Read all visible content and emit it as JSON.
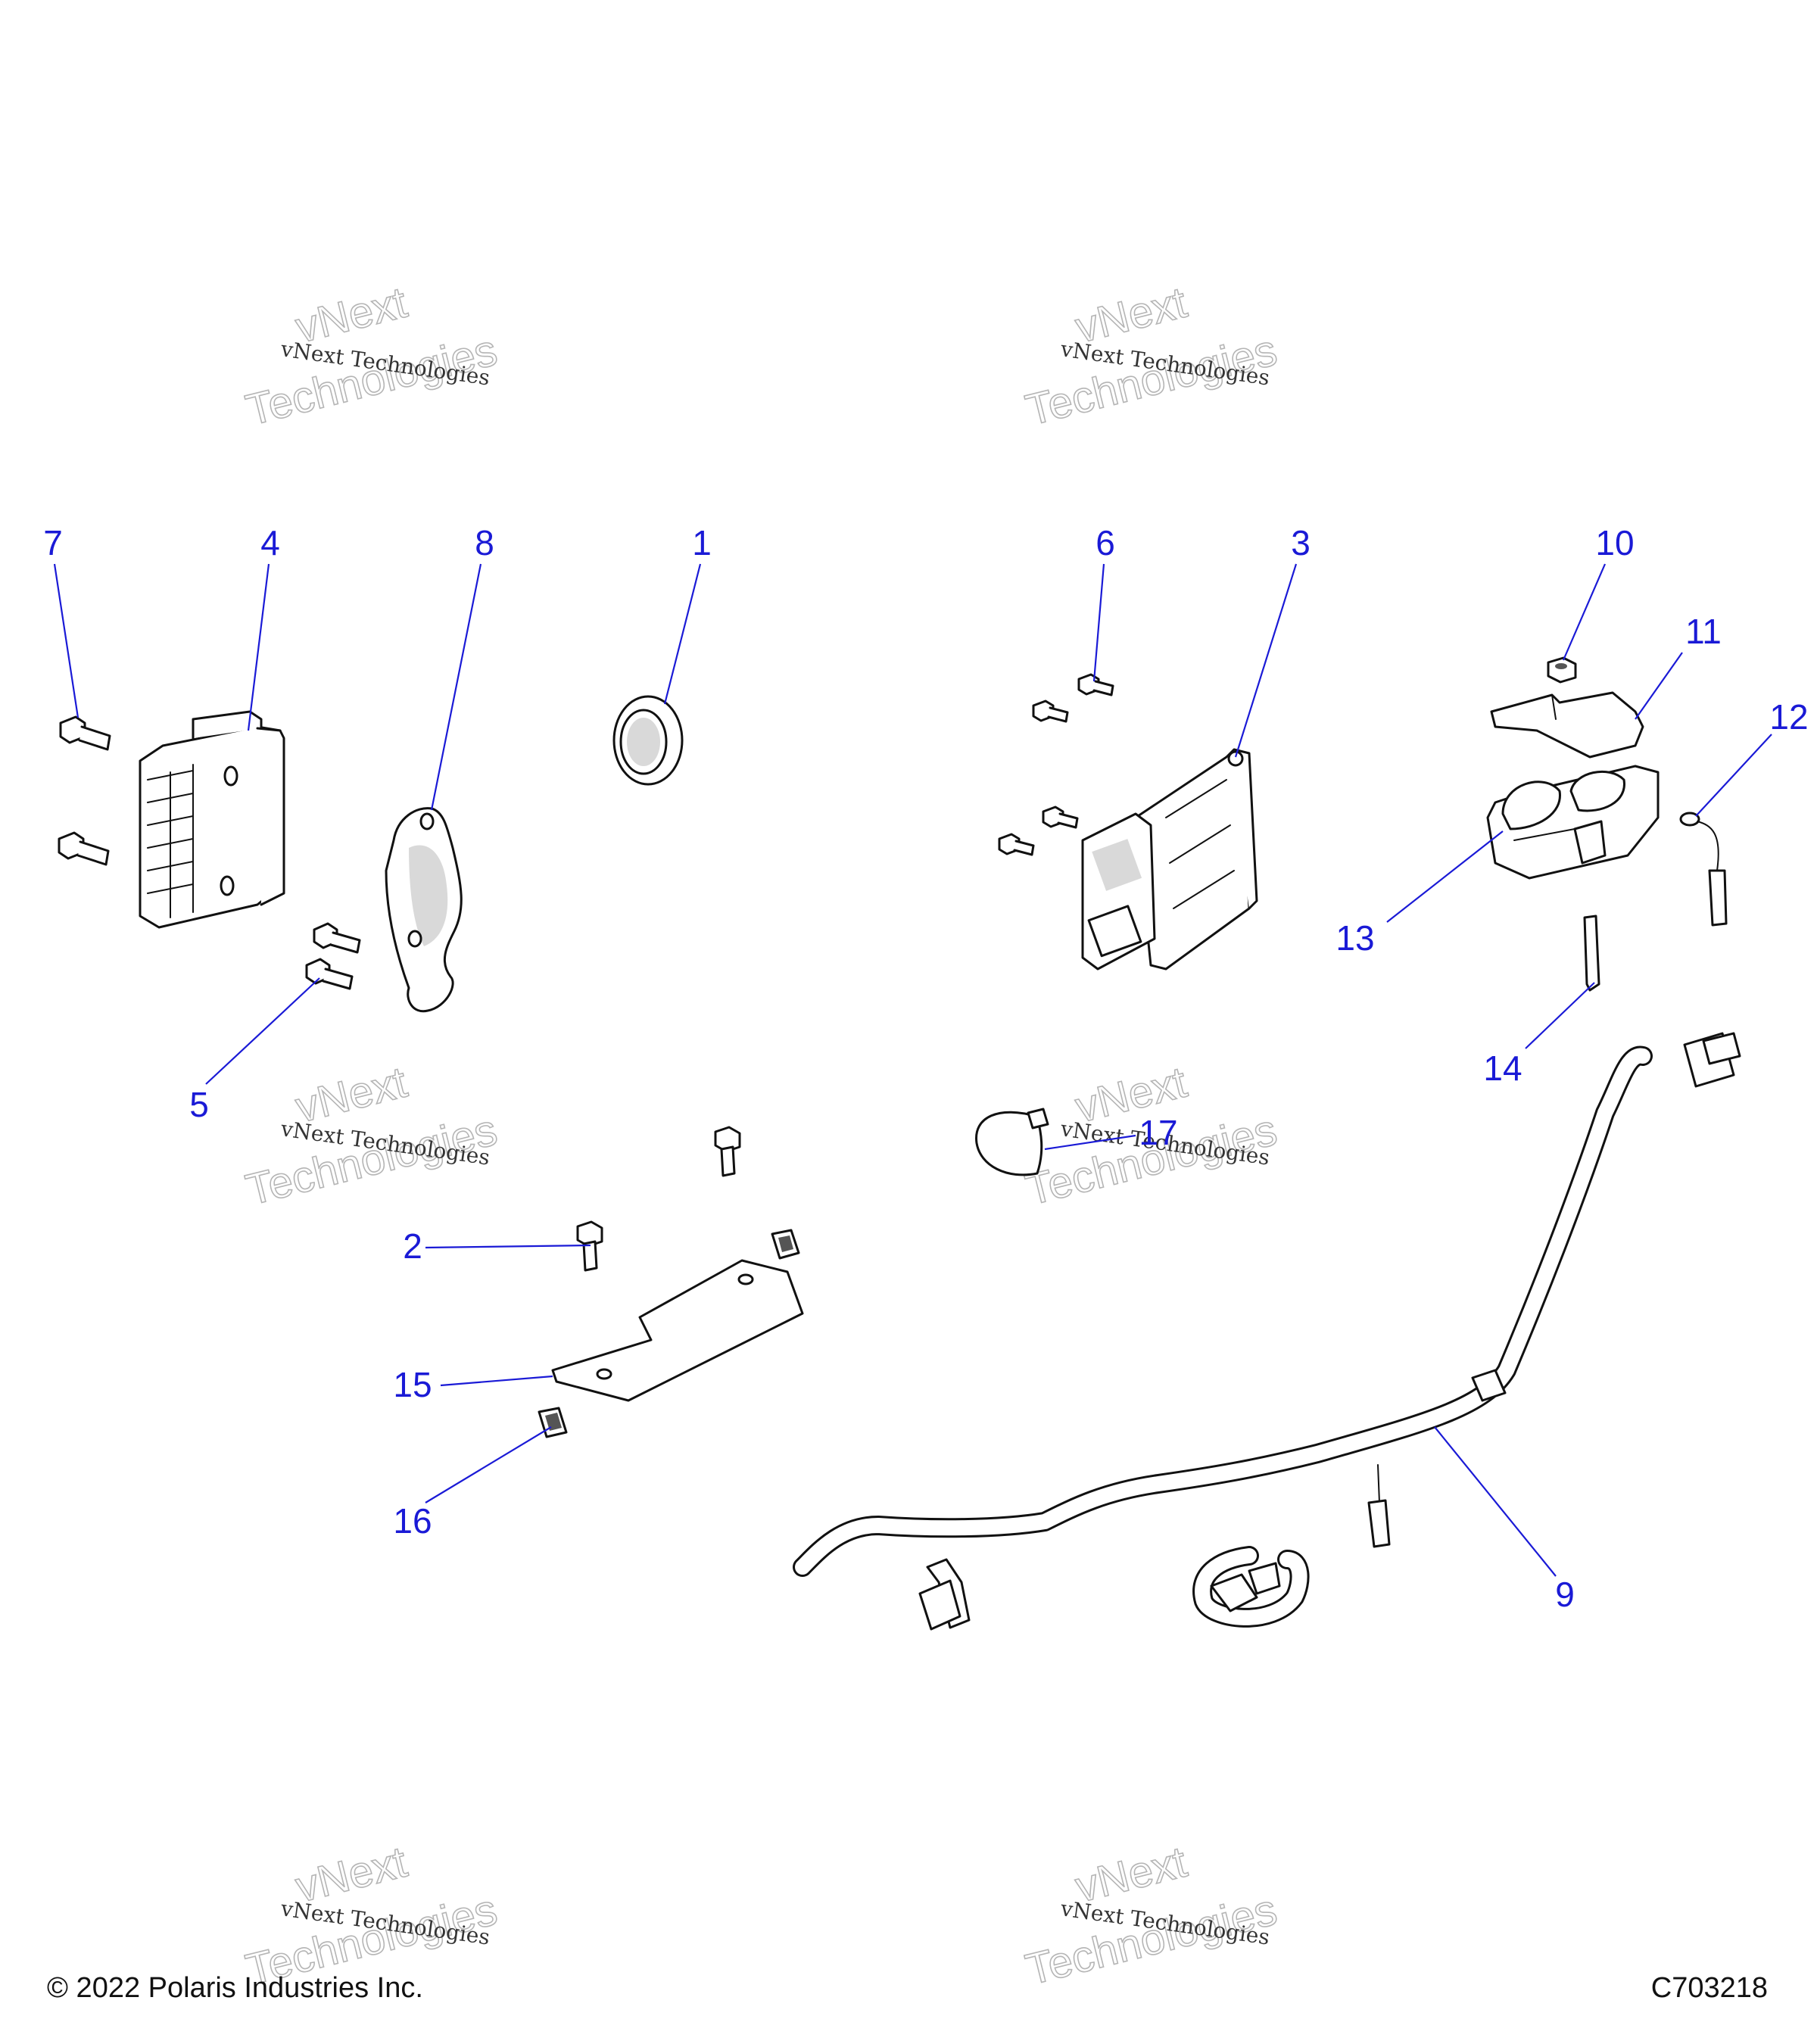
{
  "watermark": {
    "small_text": "vNext Technologies",
    "big_line1": "vNext",
    "big_line2": "Technologies"
  },
  "callouts": {
    "c1": "1",
    "c2": "2",
    "c3": "3",
    "c4": "4",
    "c5": "5",
    "c6": "6",
    "c7": "7",
    "c8": "8",
    "c9": "9",
    "c10": "10",
    "c11": "11",
    "c12": "12",
    "c13": "13",
    "c14": "14",
    "c15": "15",
    "c16": "16",
    "c17": "17"
  },
  "footer": {
    "copyright": "© 2022 Polaris Industries Inc.",
    "figure_code": "C703218"
  }
}
